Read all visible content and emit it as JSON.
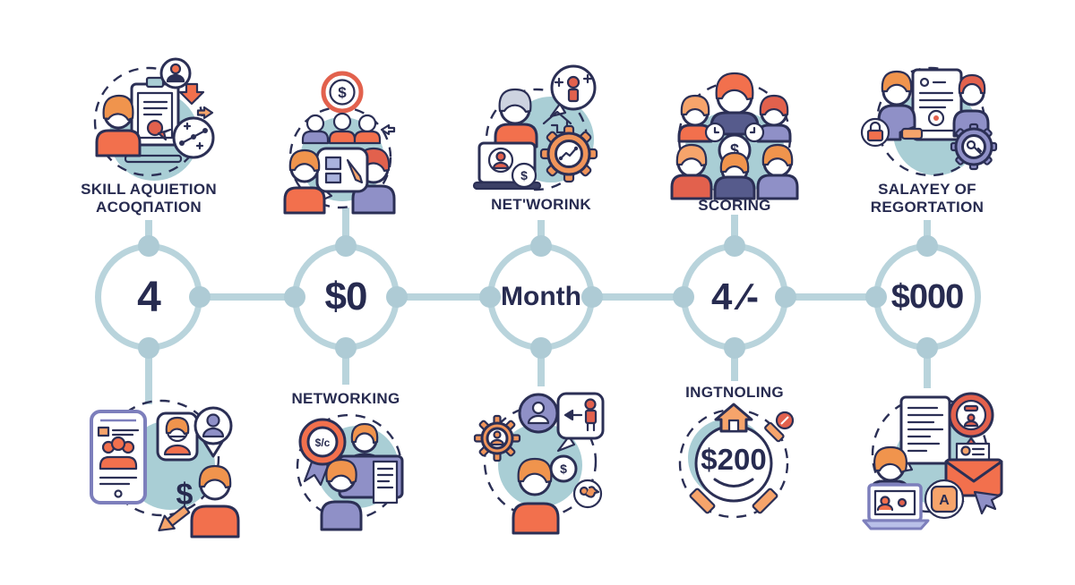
{
  "figure": {
    "description": "Five-step timeline infographic with milestone circles and illustrated icon clusters",
    "background": "#ffffff"
  },
  "palette": {
    "line": "#b9d4dc",
    "dot": "#aecbd5",
    "navy": "#272b50",
    "outline": "#2b2f55",
    "orange": "#f2704d",
    "orange-light": "#f6a46b",
    "hair": "#f0944d",
    "red": "#e2614d",
    "teal": "#a9ced5",
    "purple": "#8f90c7",
    "purple-light": "#b9c0e8"
  },
  "glyphs": {
    "dollar": "$",
    "badge": "$/c",
    "letter_a": "A"
  },
  "columns": [
    {
      "circle_value": "4",
      "top_label_line1": "SKILL AQUIETION",
      "top_label_line2": "ACOQΠATION",
      "top_icon": "skill-acquisition-illustration",
      "bottom_icon": "mobile-recruiting-illustration"
    },
    {
      "circle_value": "$0",
      "bottom_label": "NETWORKING",
      "top_icon": "team-money-chat-illustration",
      "bottom_icon": "badge-review-illustration"
    },
    {
      "circle_value": "Month",
      "top_label": "NET'WORINK",
      "top_icon": "idea-gear-illustration",
      "bottom_icon": "referral-chat-illustration"
    },
    {
      "circle_value": "4 ⁄-",
      "top_label": "SCORING",
      "bottom_label": "INGTNOLING",
      "stamp_value": "$200",
      "top_icon": "scoring-group-illustration",
      "bottom_icon": "offer-stamp-illustration"
    },
    {
      "circle_value": "$000",
      "top_label_line1": "SALAYEY OF",
      "top_label_line2": "REGORTATION",
      "top_icon": "contract-workers-illustration",
      "bottom_icon": "apply-online-illustration"
    }
  ]
}
